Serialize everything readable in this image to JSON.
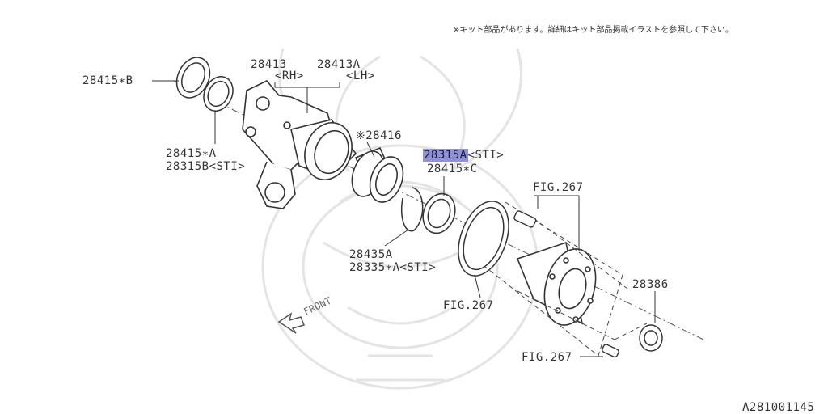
{
  "note": "※キット部品があります。詳細はキット部品掲載イラストを参照して下さい。",
  "diagram_id": "A281001145",
  "front_label": "FRONT",
  "colors": {
    "line": "#333333",
    "highlight": "#8f92d6",
    "watermark": "#e6e6e6"
  },
  "labels": {
    "p28415B": "28415∗B",
    "p28413": "28413",
    "p28413A": "28413A",
    "rh": "<RH>",
    "lh": "<LH>",
    "p28416": "※28416",
    "p28315A": "28315A",
    "sti1": "<STI>",
    "p28415C": "28415∗C",
    "p28415A": "28415∗A",
    "p28315B": "28315B<STI>",
    "p28435A": "28435A",
    "p28335A": "28335∗A<STI>",
    "fig_top": "FIG.267",
    "fig_mid": "FIG.267",
    "fig_bot": "FIG.267",
    "p28386": "28386"
  }
}
